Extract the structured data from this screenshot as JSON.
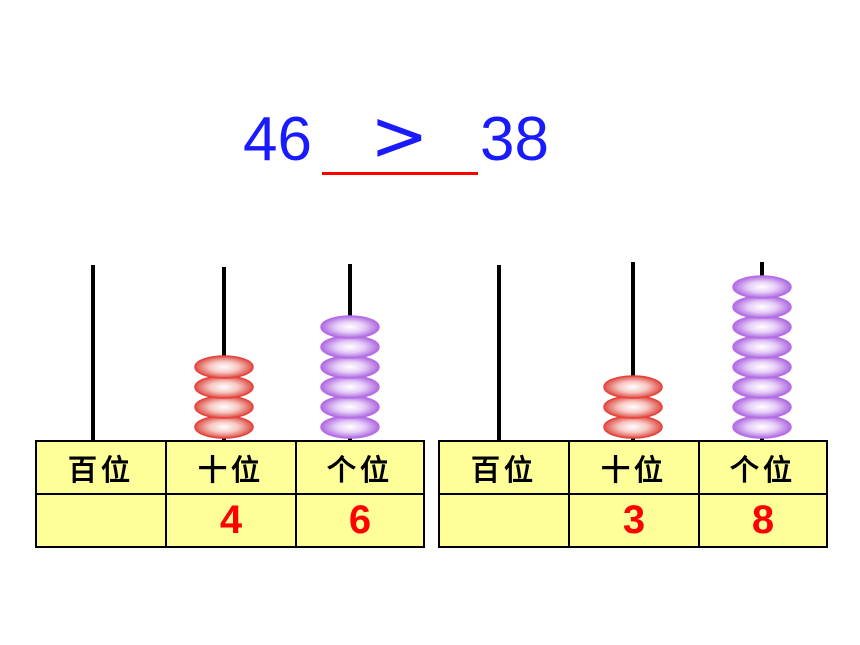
{
  "comparison": {
    "left": "46",
    "symbol": ">",
    "right": "38"
  },
  "colors": {
    "equation": "#1a1aff",
    "blank_line": "#ff0000",
    "cell_fill": "#ffff99",
    "value": "#ff0000",
    "red_bead": "#e8413a",
    "purple_bead": "#b76ce6"
  },
  "abaci": [
    {
      "number": "46",
      "places": [
        {
          "label": "百位",
          "beads": 0,
          "bead_color": "none",
          "value": ""
        },
        {
          "label": "十位",
          "beads": 4,
          "bead_color": "red",
          "value": "4"
        },
        {
          "label": "个位",
          "beads": 6,
          "bead_color": "purple",
          "value": "6"
        }
      ]
    },
    {
      "number": "38",
      "places": [
        {
          "label": "百位",
          "beads": 0,
          "bead_color": "none",
          "value": ""
        },
        {
          "label": "十位",
          "beads": 3,
          "bead_color": "red",
          "value": "3"
        },
        {
          "label": "个位",
          "beads": 8,
          "bead_color": "purple",
          "value": "8"
        }
      ]
    }
  ]
}
